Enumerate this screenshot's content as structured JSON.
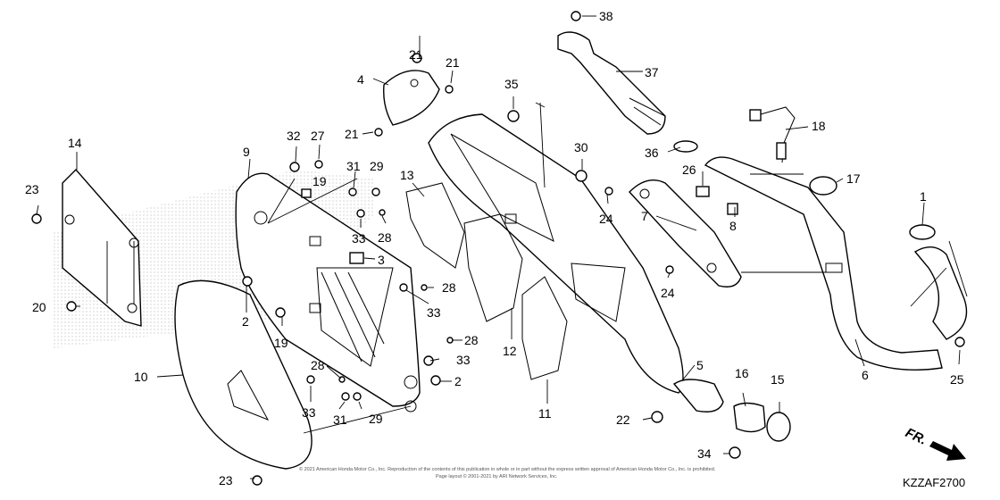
{
  "diagram": {
    "code": "KZZAF2700",
    "direction_label": "FR.",
    "copyright_line1": "© 2021 American Honda Motor Co., Inc. Reproduction of the contents of this publication in whole or in part without the express written approval of American Honda Motor Co., Inc. is prohibited.",
    "copyright_line2": "Page layout © 2001-2021 by ARI Network Services, Inc.",
    "callouts": {
      "c1": "1",
      "c2a": "2",
      "c2b": "2",
      "c3": "3",
      "c4": "4",
      "c5": "5",
      "c6": "6",
      "c7": "7",
      "c8": "8",
      "c9": "9",
      "c10": "10",
      "c11": "11",
      "c12": "12",
      "c13": "13",
      "c14": "14",
      "c15": "15",
      "c16": "16",
      "c17": "17",
      "c18": "18",
      "c19a": "19",
      "c19b": "19",
      "c20": "20",
      "c21a": "21",
      "c21b": "21",
      "c21c": "21",
      "c22": "22",
      "c23a": "23",
      "c23b": "23",
      "c24a": "24",
      "c24b": "24",
      "c25": "25",
      "c26": "26",
      "c27": "27",
      "c28a": "28",
      "c28b": "28",
      "c28c": "28",
      "c28d": "28",
      "c29a": "29",
      "c29b": "29",
      "c30": "30",
      "c31a": "31",
      "c31b": "31",
      "c32": "32",
      "c33a": "33",
      "c33b": "33",
      "c33c": "33",
      "c33d": "33",
      "c34": "34",
      "c35": "35",
      "c36": "36",
      "c37": "37",
      "c38": "38"
    }
  }
}
